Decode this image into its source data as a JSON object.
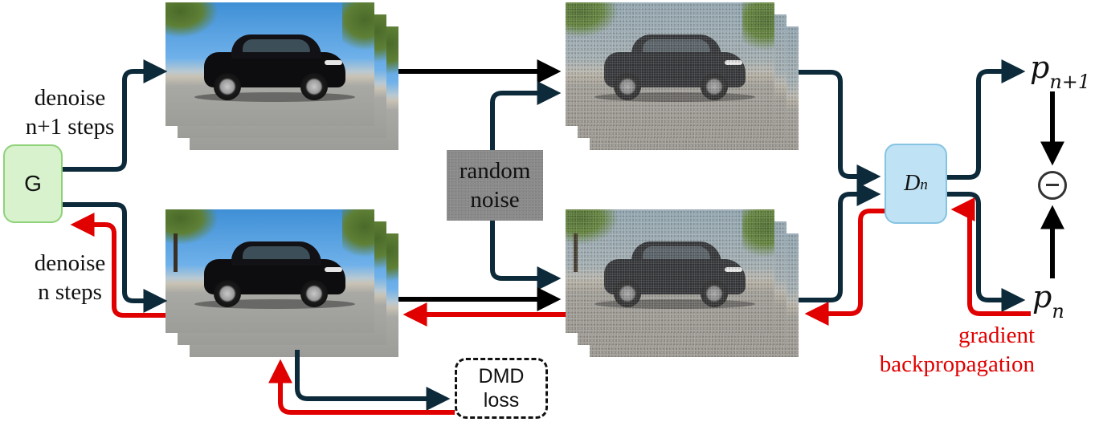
{
  "generator": {
    "label": "G",
    "color_fill": "#d7f2cd",
    "color_border": "#8fd27a"
  },
  "branch_top": {
    "label_line1": "denoise",
    "label_line2": "n+1 steps"
  },
  "branch_bottom": {
    "label_line1": "denoise",
    "label_line2": "n steps"
  },
  "noise_box": {
    "label_line1": "random",
    "label_line2": "noise",
    "color_fill": "#8a8a8a"
  },
  "discriminator": {
    "label": "D",
    "subscript": "n",
    "color_fill": "#bfe2f4",
    "color_border": "#86c3e3"
  },
  "outputs": {
    "top_symbol": "p",
    "top_subscript": "n+1",
    "bottom_symbol": "p",
    "bottom_subscript": "n",
    "operator": "minus-circle"
  },
  "dmd_loss": {
    "label_line1": "DMD",
    "label_line2": "loss"
  },
  "gradient_label": {
    "line1": "gradient",
    "line2": "backpropagation",
    "color": "#e00000"
  },
  "images": {
    "clean_top": "generated-car-n+1-steps",
    "clean_bottom": "generated-car-n-steps",
    "noisy_top": "noised-car-n+1-steps",
    "noisy_bottom": "noised-car-n-steps"
  },
  "colors": {
    "forward_arrow": "#0d2a3a",
    "plain_arrow": "#000000",
    "backprop_arrow": "#e00000"
  }
}
